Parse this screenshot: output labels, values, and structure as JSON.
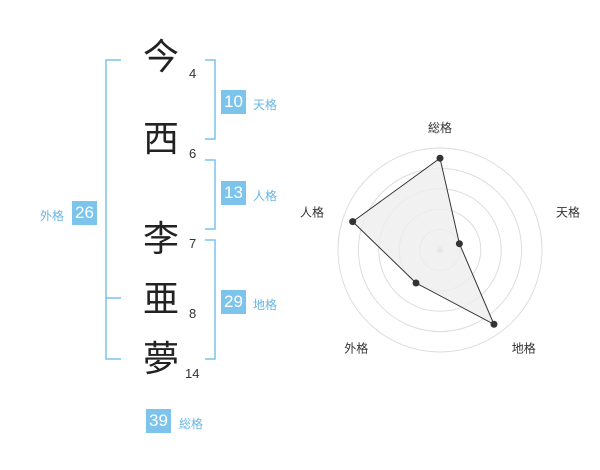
{
  "characters": [
    {
      "char": "今",
      "strokes": "4"
    },
    {
      "char": "西",
      "strokes": "6"
    },
    {
      "char": "李",
      "strokes": "7"
    },
    {
      "char": "亜",
      "strokes": "8"
    },
    {
      "char": "夢",
      "strokes": "14"
    }
  ],
  "scores": {
    "tenkaku": {
      "value": "10",
      "label": "天格"
    },
    "jinkaku": {
      "value": "13",
      "label": "人格"
    },
    "chikaku": {
      "value": "29",
      "label": "地格"
    },
    "gaikaku": {
      "value": "26",
      "label": "外格"
    },
    "soukaku": {
      "value": "39",
      "label": "総格"
    }
  },
  "chart_data": {
    "type": "radar",
    "axes": [
      "総格",
      "天格",
      "地格",
      "外格",
      "人格"
    ],
    "values": [
      0.9,
      0.2,
      0.9,
      0.4,
      0.9
    ],
    "rings": 5,
    "colors": {
      "fill": "#eeeeee",
      "line": "#333333",
      "ring": "#dddddd",
      "point": "#333333"
    }
  },
  "colors": {
    "accent": "#7cc4ec",
    "accent_text": "#6ab4e4"
  }
}
